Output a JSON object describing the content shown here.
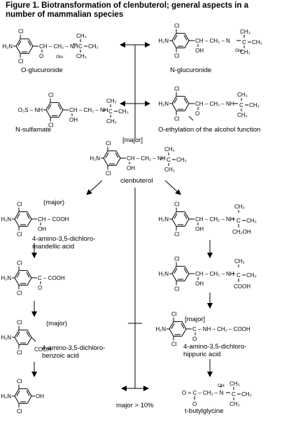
{
  "title": "Figure 1.  Biotransformation of clenbuterol; general aspects in a number of mammalian species",
  "atoms": {
    "cl": "Cl",
    "h2n": "H₂N",
    "oh": "OH",
    "o": "O",
    "ch3": "CH₃",
    "nh": "NH",
    "n": "N",
    "c": "C"
  },
  "sidechains": {
    "ch_ch2_nh": "CH – CH₂ – NH",
    "ch_ch2_n": "CH – CH₂ – N",
    "ch_cooh": "CH – COOH",
    "c_cooh": "C – COOH",
    "c_nh_ch2_cooh": "C – NH – CH₂ – COOH",
    "ch2oh": "CH₂OH",
    "cooh": "COOH",
    "glu": "Glu",
    "o3s_nh": "O₃S – NH",
    "tbg_chain": "O = C – CH₂ – N",
    "plus": "+"
  },
  "labels": {
    "o_glucuronide": "O-glucuronide",
    "n_glucuronide": "N-glucuronide",
    "n_sulfamate": "N-sulfamate",
    "o_ethylation": "O-ethylation of the alcohol function",
    "clenbuterol": "clenbuterol",
    "major_center": "[major]",
    "major_mandelic": "(major)",
    "mandelic_1": "4-amino-3,5-dichloro-",
    "mandelic_2": "mandellic acid",
    "major_benzoic": "(major)",
    "benzoic_1": "4-amino-3,5-dichloro-",
    "benzoic_2": "benzoic acid",
    "major_hippuric": "[major]",
    "hippuric_1": "4-amino-3,5-dichloro-",
    "hippuric_2": "hippuric acid",
    "t_butylglycine": "t-butylglycine",
    "major_note": "major > 10%"
  }
}
